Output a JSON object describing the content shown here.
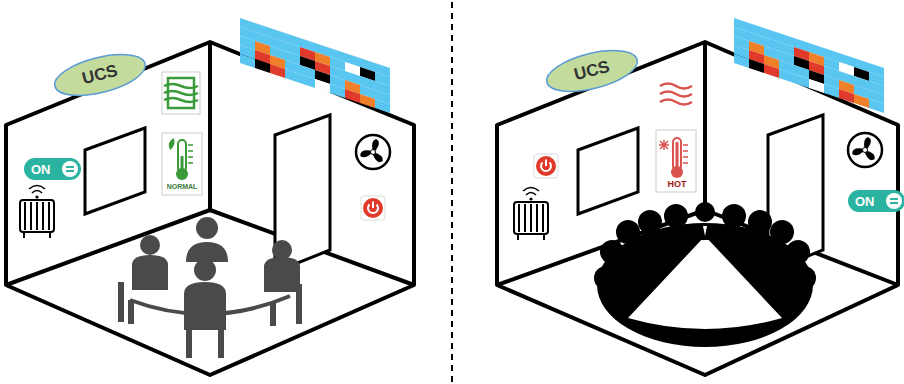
{
  "diagram": {
    "nodes": [
      {
        "text": [
          "UCS"
        ]
      },
      {
        "text": [
          "ON"
        ]
      },
      {
        "text": [
          "UCS"
        ]
      },
      {
        "text": [
          "ON"
        ]
      }
    ],
    "labels": [
      "NORMAL",
      "HOT"
    ]
  }
}
